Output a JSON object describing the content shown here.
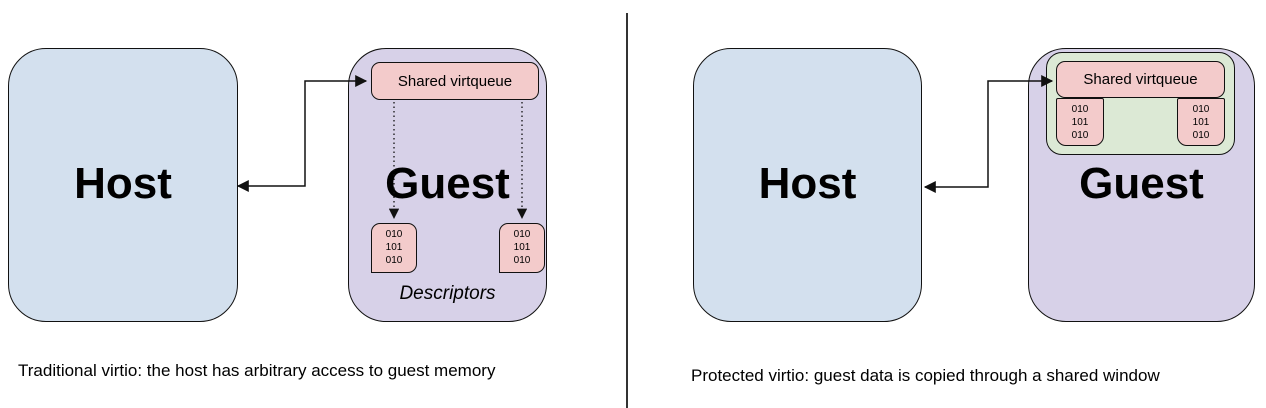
{
  "diagram": {
    "bits": [
      "010",
      "101",
      "010"
    ]
  },
  "colors": {
    "host_fill": "#d3e0ee",
    "guest_fill": "#d7d1e8",
    "virtqueue_fill": "#f3cbcb",
    "shared_window_fill": "#dce9d5",
    "border": "#111111"
  },
  "panels": {
    "traditional": {
      "host_label": "Host",
      "guest_label": "Guest",
      "virtqueue_label": "Shared virtqueue",
      "descriptors_label": "Descriptors",
      "caption": "Traditional virtio: the host has arbitrary access to guest memory"
    },
    "protected": {
      "host_label": "Host",
      "guest_label": "Guest",
      "virtqueue_label": "Shared virtqueue",
      "caption": "Protected virtio: guest data is copied through a shared window"
    }
  }
}
